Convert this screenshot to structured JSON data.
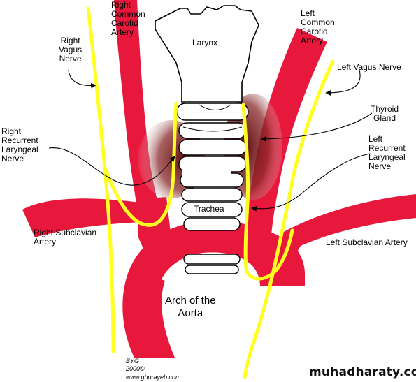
{
  "labels": {
    "right_common_carotid": "Right\nCommon\nCarotid\nArtery",
    "left_common_carotid": "Left\nCommon\nCarotid\nArtery",
    "larynx": "Larynx",
    "right_vagus": "Right\nVagus\nNerve",
    "left_vagus": "Left Vagus Nerve",
    "thyroid": "Thyroid\nGland",
    "right_recurrent": "Right\nRecurrent\nLaryngeal\nNerve",
    "left_recurrent": "Left\nRecurrent\nLaryngeal\nNerve",
    "trachea": "Trachea",
    "right_subclavian": "Right Subclavian\nArtery",
    "left_subclavian": "Left Subclavian Artery",
    "arch": "Arch of the\nAorta"
  },
  "credits": {
    "line1": "BYG",
    "line2": "2000©",
    "line3": "www.ghorayeb.com"
  },
  "watermark": "muhadharaty.com",
  "colors": {
    "artery": "#e8183c",
    "nerve": "#ffff22",
    "thyroid": "#7a1a1a",
    "outline": "#000000"
  }
}
